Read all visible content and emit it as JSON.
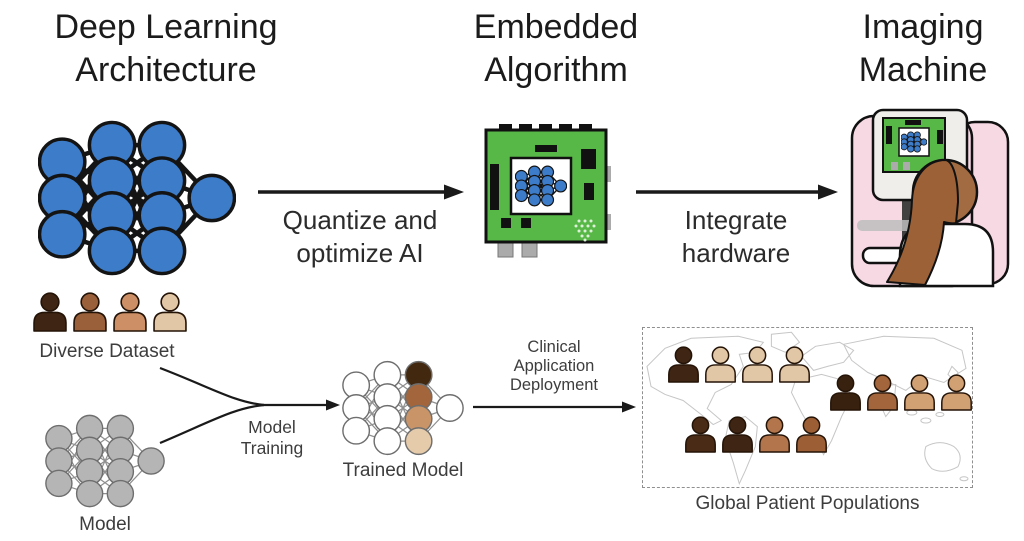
{
  "titles": {
    "architecture": [
      "Deep Learning",
      "Architecture"
    ],
    "embedded": [
      "Embedded",
      "Algorithm"
    ],
    "imaging": [
      "Imaging",
      "Machine"
    ]
  },
  "arrows": {
    "quantize": [
      "Quantize and",
      "optimize AI"
    ],
    "integrate": [
      "Integrate",
      "hardware"
    ],
    "training": [
      "Model",
      "Training"
    ],
    "deployment": [
      "Clinical",
      "Application",
      "Deployment"
    ]
  },
  "labels": {
    "diverse_dataset": "Diverse Dataset",
    "model": "Model",
    "trained_model": "Trained Model",
    "global": "Global Patient Populations"
  },
  "people": {
    "diverse": {
      "colors": [
        "#3f2513",
        "#99603a",
        "#cd9066",
        "#e2c7a6"
      ]
    },
    "global_na": {
      "colors": [
        "#3f2513",
        "#e2c7a6",
        "#e2c7a6",
        "#e2c7a6"
      ]
    },
    "global_asia": {
      "colors": [
        "#38220f",
        "#a2653c",
        "#d2a173",
        "#d2a173"
      ]
    },
    "global_sa": {
      "colors": [
        "#4a2b15",
        "#3f2513",
        "#b3754c",
        "#9c5f35"
      ]
    },
    "patient": {
      "skin": "#a26b42",
      "hair": "#9c6137"
    }
  },
  "networks": {
    "architecture": {
      "layers": [
        3,
        4,
        4,
        1
      ],
      "node_fill": "#3d7cc9",
      "node_stroke": "#141414",
      "edge_color": "#141414",
      "edge_width": 3,
      "node_stroke_width": 2.3,
      "radius": 15
    },
    "model": {
      "layers": [
        3,
        4,
        4,
        1
      ],
      "node_fill": "#b5b5b5",
      "node_stroke": "#6e6e6e",
      "edge_color": "#8f8f8f",
      "edge_width": 1.3,
      "node_stroke_width": 1.5,
      "radius": 14
    },
    "trained": {
      "layers": [
        3,
        4,
        4,
        1
      ],
      "node_fill": "#ffffff",
      "node_stroke": "#6e6e6e",
      "edge_color": "#8f8f8f",
      "edge_width": 1.3,
      "node_stroke_width": 1.5,
      "radius": 14,
      "layer_colors": {
        "2": [
          "#42280f",
          "#a2653c",
          "#c89468",
          "#e6cbaa"
        ]
      }
    },
    "chip": {
      "layers": [
        3,
        4,
        4,
        1
      ],
      "node_fill": "#3d7cc9",
      "node_stroke": "#141414",
      "edge_color": "#141414",
      "edge_width": 3.5,
      "node_stroke_width": 3,
      "radius": 15
    },
    "screen": {
      "layers": [
        3,
        4,
        4,
        1
      ],
      "node_fill": "#3d7cc9",
      "node_stroke": "#141414",
      "edge_color": "#141414",
      "edge_width": 5,
      "node_stroke_width": 4,
      "radius": 16
    }
  },
  "colors": {
    "ink": "#1b1b1b",
    "label": "#3d3d3d",
    "arrow": "#1a1a1a",
    "node_blue": "#3d7cc9",
    "board_green": "#58b847",
    "connector_gray": "#ababab",
    "machine_pink": "#f7d9e4",
    "monitor_gray": "#efeeea",
    "column_dark": "#414141",
    "map_line": "#c6c6c6",
    "box_dash": "#8f8f8f"
  }
}
